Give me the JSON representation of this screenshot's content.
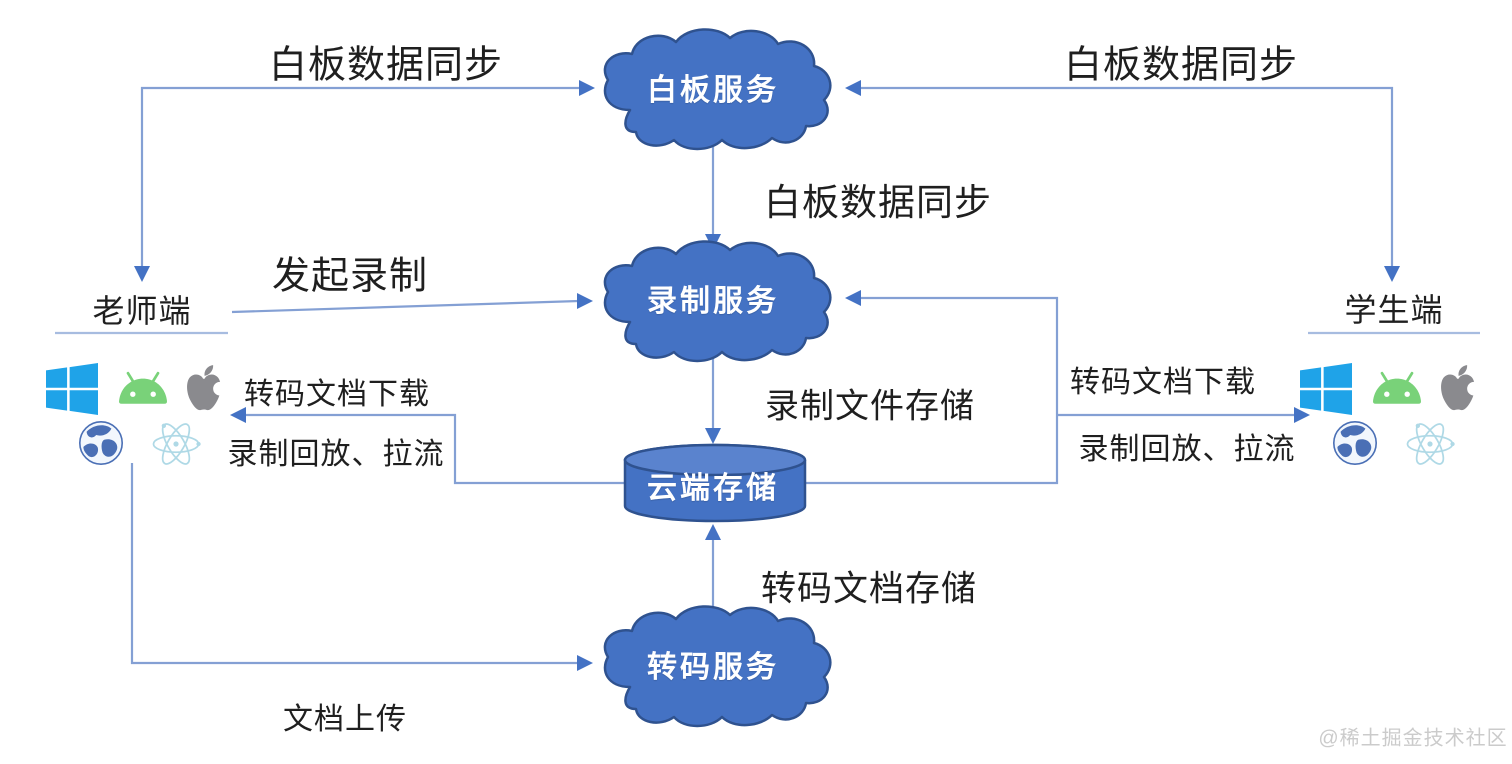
{
  "nodes": {
    "whiteboard": {
      "label": "白板服务",
      "type": "cloud"
    },
    "recording": {
      "label": "录制服务",
      "type": "cloud"
    },
    "storage": {
      "label": "云端存储",
      "type": "cylinder"
    },
    "transcoding": {
      "label": "转码服务",
      "type": "cloud"
    }
  },
  "endpoints": {
    "teacher": {
      "label": "老师端",
      "platforms": [
        "windows",
        "android",
        "apple",
        "web",
        "electron"
      ]
    },
    "student": {
      "label": "学生端",
      "platforms": [
        "windows",
        "android",
        "apple",
        "web",
        "electron"
      ]
    }
  },
  "labels": {
    "wb_sync_left": "白板数据同步",
    "wb_sync_right": "白板数据同步",
    "wb_sync_mid": "白板数据同步",
    "start_recording": "发起录制",
    "transcoded_doc_download_left": "转码文档下载",
    "playback_pull_left": "录制回放、拉流",
    "recording_file_storage": "录制文件存储",
    "transcoded_doc_download_right": "转码文档下载",
    "playback_pull_right": "录制回放、拉流",
    "transcoded_doc_storage": "转码文档存储",
    "doc_upload": "文档上传"
  },
  "edges": [
    {
      "from": "teacher",
      "to": "whiteboard",
      "label": "白板数据同步",
      "bidirectional": true
    },
    {
      "from": "student",
      "to": "whiteboard",
      "label": "白板数据同步",
      "bidirectional": true
    },
    {
      "from": "whiteboard",
      "to": "recording",
      "label": "白板数据同步"
    },
    {
      "from": "teacher",
      "to": "recording",
      "label": "发起录制"
    },
    {
      "from": "recording",
      "to": "storage",
      "label": "录制文件存储"
    },
    {
      "from": "transcoding",
      "to": "storage",
      "label": "转码文档存储"
    },
    {
      "from": "storage",
      "to": "teacher",
      "label": "转码文档下载 / 录制回放、拉流"
    },
    {
      "from": "storage",
      "to": "student",
      "label": "转码文档下载 / 录制回放、拉流"
    },
    {
      "from": "storage",
      "to": "recording",
      "label": ""
    },
    {
      "from": "teacher",
      "to": "transcoding",
      "label": "文档上传"
    }
  ],
  "watermark": "@稀土掘金技术社区",
  "colors": {
    "node_fill": "#4472C4",
    "node_stroke": "#2F528F",
    "cylinder_top": "#5A83CE",
    "connector": "#84A0D4",
    "arrow": "#4472C4",
    "label_text": "#1F1F1F",
    "node_text": "#FFFFFF",
    "watermark": "#CBCBCB",
    "windows": "#1FA3E8",
    "android": "#79D279",
    "apple": "#8A8A8E",
    "globe": "#4A6FB5",
    "electron": "#AFD9E6"
  }
}
